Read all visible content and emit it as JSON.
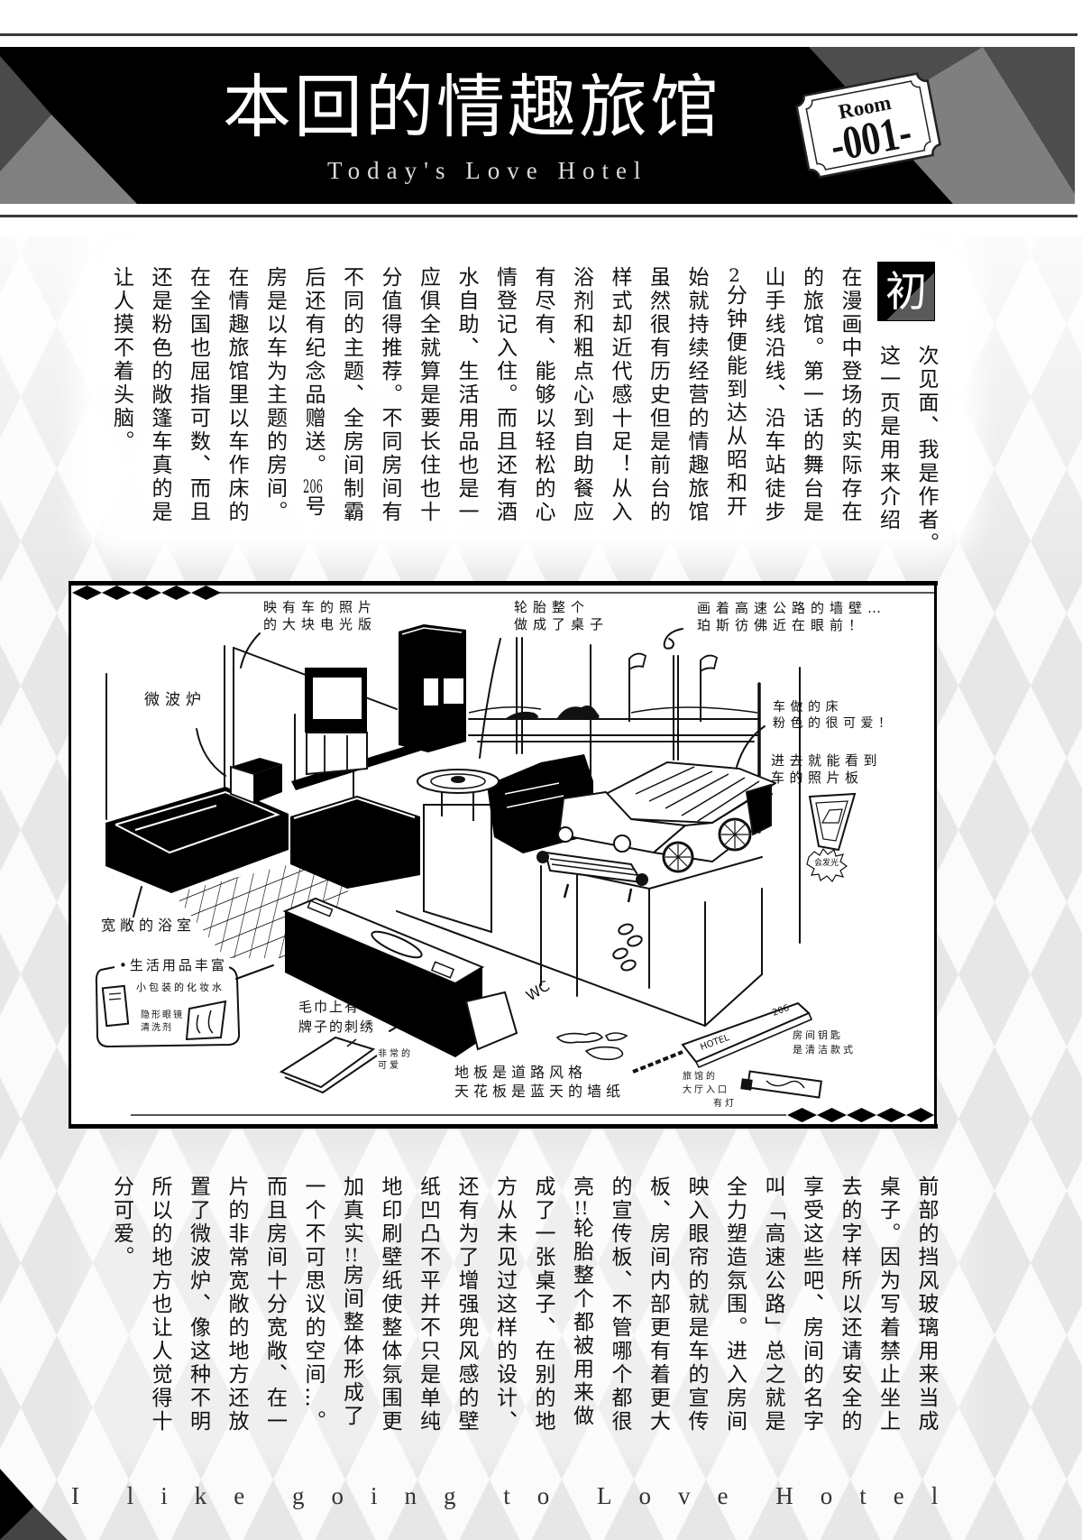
{
  "header": {
    "title": "本回的情趣旅馆",
    "subtitle": "Today's Love Hotel",
    "room_label": "Room",
    "room_number": "-001-"
  },
  "intro": {
    "drop_cap": "初",
    "columns": [
      "次见面、我是作者。",
      "这一页是用来介绍",
      "在漫画中登场的实际存在",
      "的旅馆。第一话的舞台是",
      "山手线沿线、沿车站徒步",
      {
        "tcy": "2",
        "b": "分钟便能到达从昭和开"
      },
      "始就持续经营的情趣旅馆",
      "虽然很有历史但是前台的",
      "样式却近代感十足！从入",
      "浴剂和粗点心到自助餐应",
      "有尽有、能够以轻松的心",
      "情登记入住。而且还有酒",
      "水自助、生活用品也是一",
      "应俱全就算是要长住也十",
      "分值得推荐。不同房间有",
      "不同的主题、全房间制霸",
      {
        "a": "后还有纪念品赠送。",
        "tcy": "206",
        "b": "号"
      },
      "房是以车为主题的房间。",
      "在情趣旅馆里以车作床的",
      "在全国也屈指可数、而且",
      "还是粉色的敞篷车真的是",
      "让人摸不着头脑。"
    ]
  },
  "illustration": {
    "annotations": {
      "photo_board": [
        "映有车的照片",
        "的大块电光版"
      ],
      "microwave": "微波炉",
      "tire_table": [
        "轮胎整个",
        "做成了桌子"
      ],
      "highway_wall": [
        "画着高速公路的墙壁…",
        "珀斯彷佛近在眼前！"
      ],
      "car_bed": [
        "车做的床",
        "粉色的很可爱！"
      ],
      "photo_panel": [
        "进去就能看到",
        "车的照片板"
      ],
      "glow": "会发光",
      "bathroom": "宽敞的浴室",
      "amenities_title": "•生活用品丰富",
      "amenities_item1": "小包装的化妆水",
      "amenities_item2": [
        "隐形眼镜",
        "清洗剂"
      ],
      "towel": [
        "毛巾上有",
        "牌子的刺绣"
      ],
      "towel_note": [
        "非常的",
        "可爱"
      ],
      "floor_ceiling": [
        "地板是道路风格",
        "天花板是蓝天的墙纸"
      ],
      "lobby": [
        "旅馆的",
        "大厅入口",
        "有灯"
      ],
      "room_key": [
        "房间钥匙",
        "是清洁款式"
      ],
      "key_tag": "HOTEL",
      "key_number": "206",
      "wc": "WC"
    }
  },
  "body": {
    "columns": [
      "前部的挡风玻璃用来当成",
      "桌子。因为写着禁止坐上",
      "去的字样所以还请安全的",
      "享受这些吧、房间的名字",
      "叫「高速公路」总之就是",
      "全力塑造氛围。进入房间",
      "映入眼帘的就是车的宣传",
      "板、房间内部更有着更大",
      "的宣传板、不管哪个都很",
      {
        "a": "亮",
        "tcy": "!!",
        "b": "轮胎整个都被用来做"
      },
      "成了一张桌子、在别的地",
      "方从未见过这样的设计、",
      "还有为了增强兜风感的壁",
      "纸凹凸不平并不只是单纯",
      "地印刷壁纸使整体氛围更",
      {
        "a": "加真实",
        "tcy": "!!",
        "b": "房间整体形成了"
      },
      "一个不可思议的空间…。",
      "而且房间十分宽敞、在一",
      "片的非常宽敞的地方还放",
      "置了微波炉、像这种不明",
      "所以的地方也让人觉得十",
      "分可爱。"
    ]
  },
  "footer": {
    "tagline": "I like going to Love Hotel"
  },
  "colors": {
    "band": "#000000",
    "band_dark_gray": "#4d4d4d",
    "band_mid_gray": "#7f7f7f",
    "pattern_gray": "#e7e7e7",
    "text": "#111111"
  }
}
